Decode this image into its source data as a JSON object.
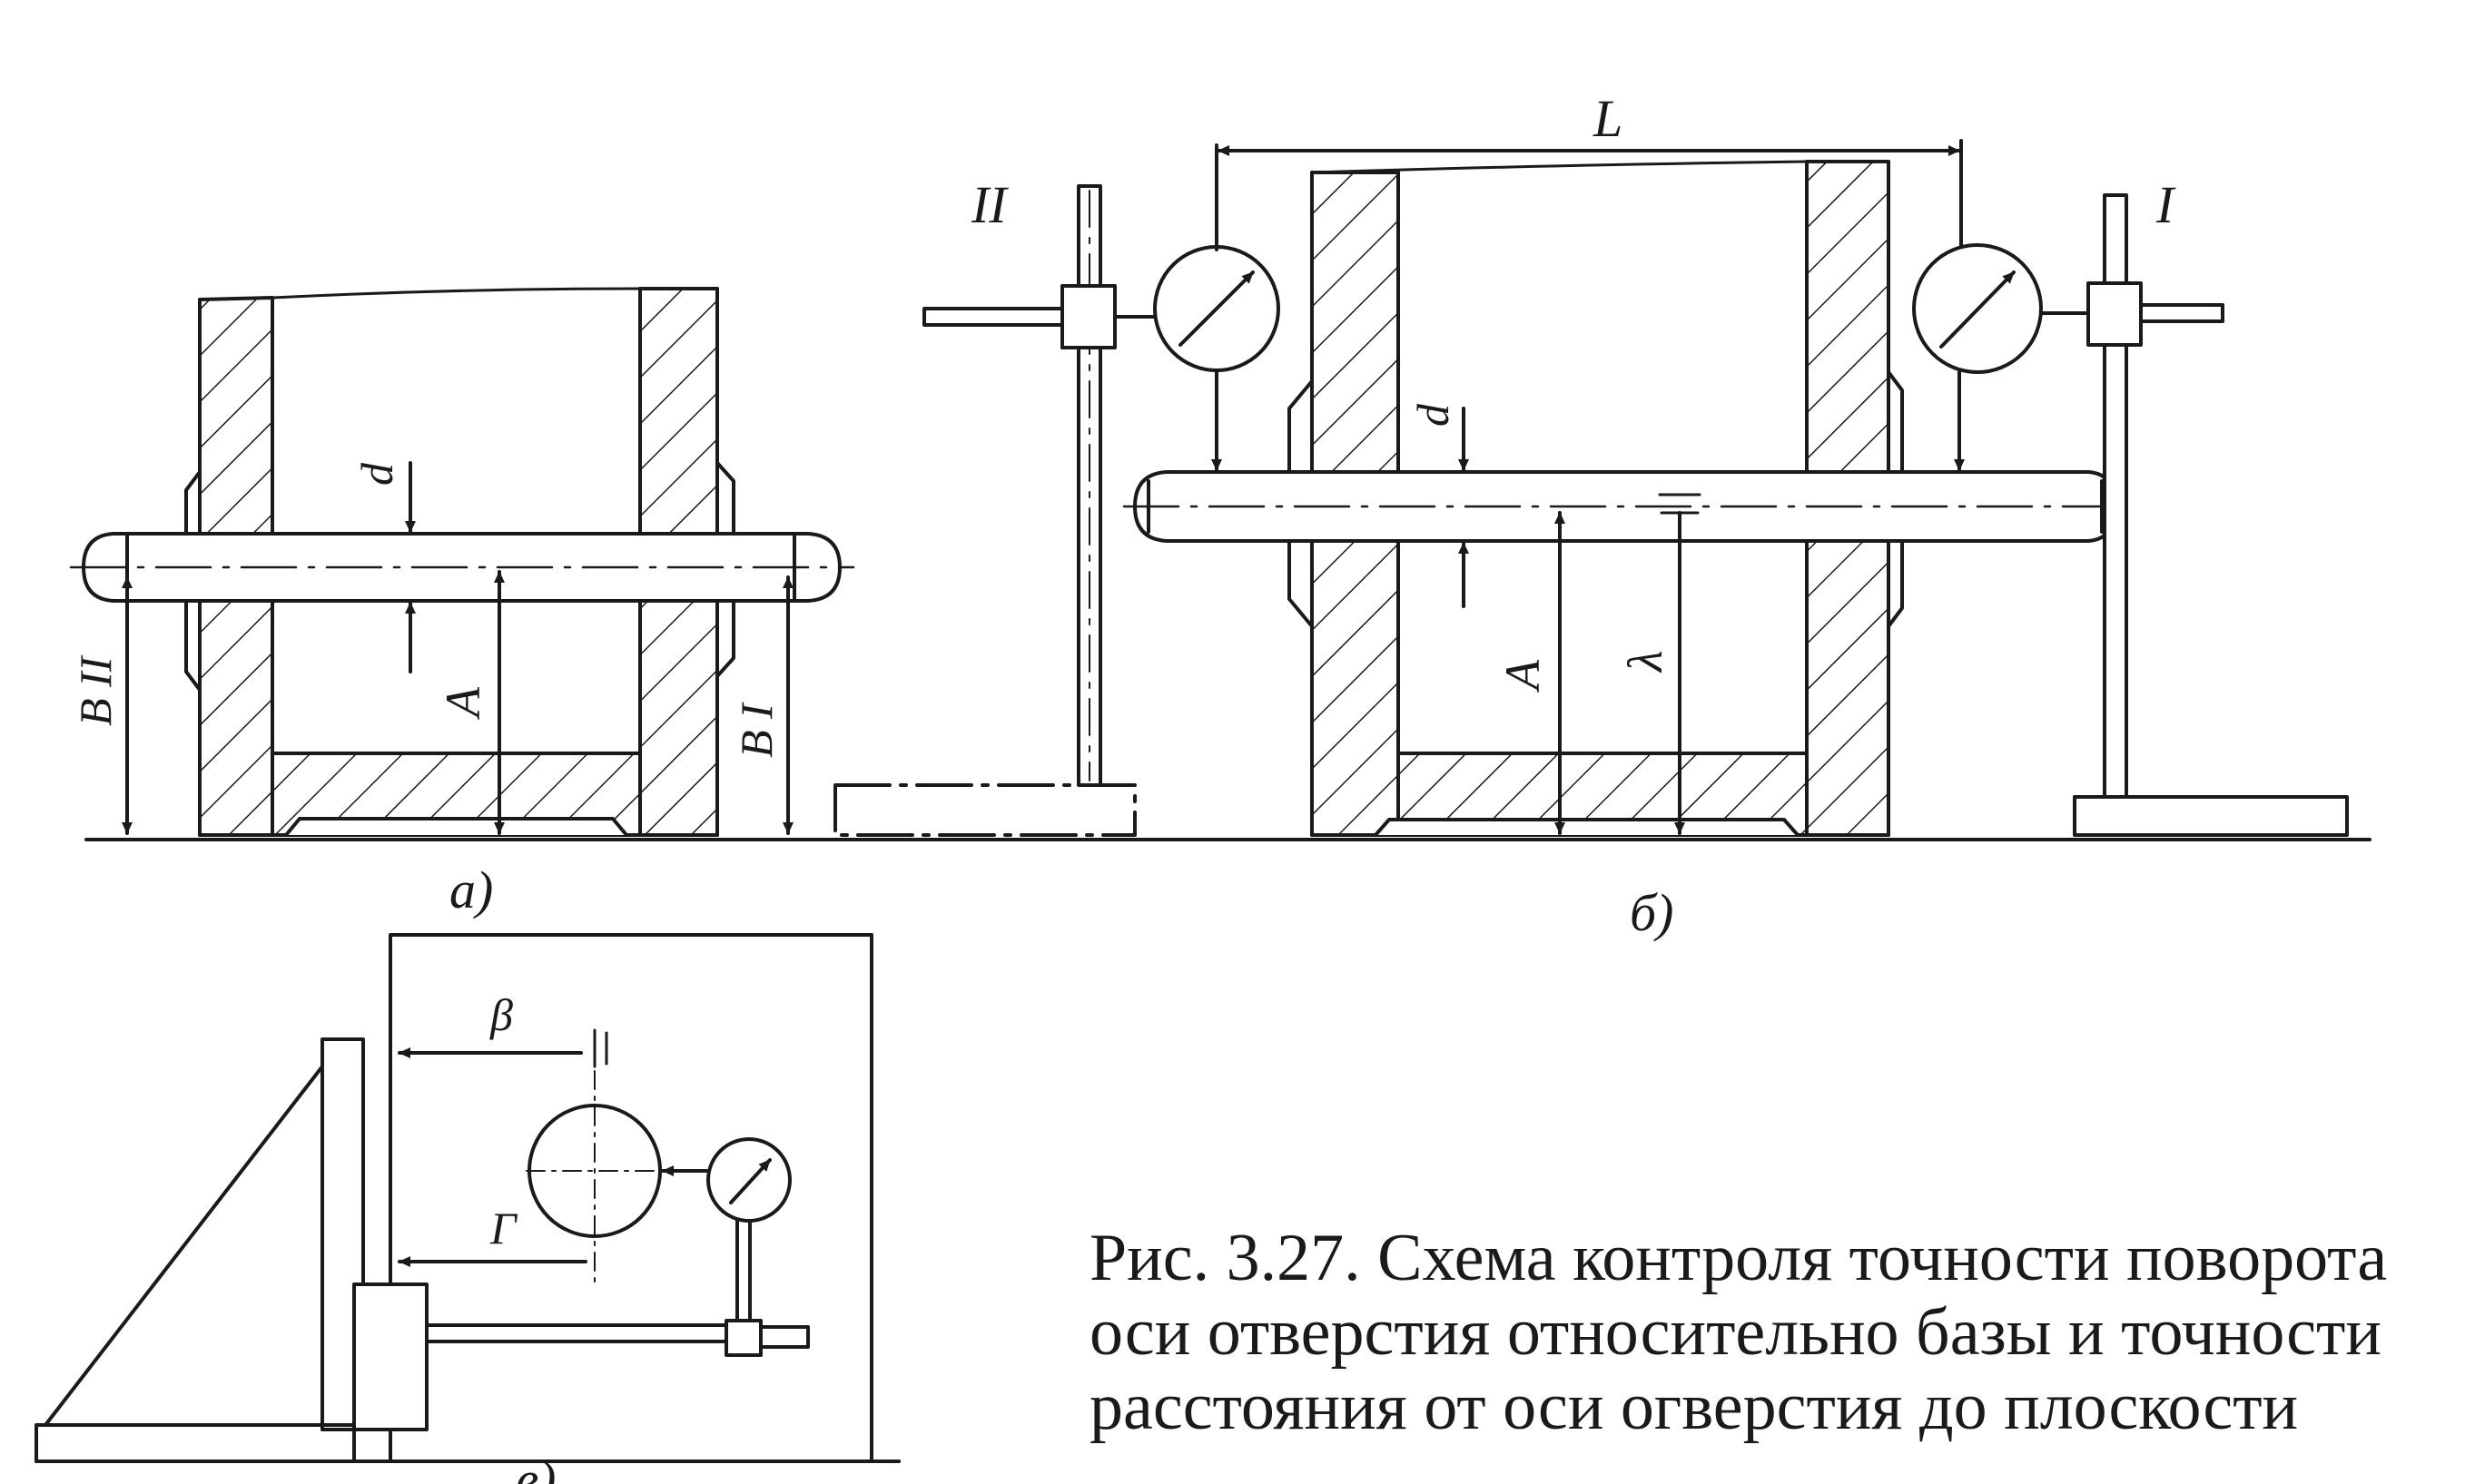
{
  "labels": {
    "view_a": "a)",
    "view_b": "б)",
    "view_c": "в)",
    "dim_d_a": "d",
    "dim_A_a": "A",
    "dim_BII": "B II",
    "dim_BI": "B I",
    "dim_L": "L",
    "dim_d_b": "d",
    "dim_A_b": "A",
    "dim_lambda": "λ",
    "stand_II": "II",
    "stand_I": "I",
    "dim_beta": "β",
    "dim_gamma": "Γ"
  },
  "caption": {
    "line1": "Рис. 3.27. Схема контроля точности поворота",
    "line2": "оси отверстия относительно базы и точности",
    "line3": "расстояния от оси огверстия до плоскости"
  },
  "colors": {
    "ink": "#1a1a1a",
    "paper": "#ffffff"
  }
}
